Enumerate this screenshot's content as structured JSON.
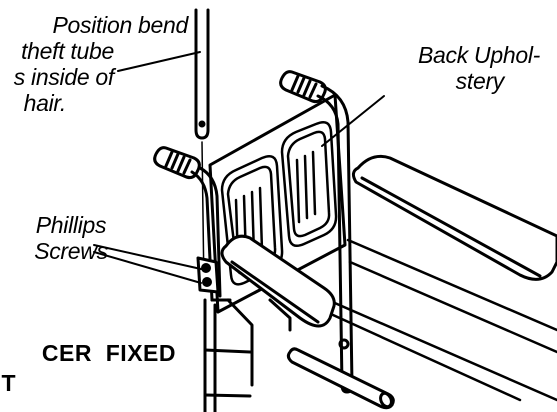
{
  "callouts": {
    "position_bend": [
      "Position bend",
      "theft tube",
      "s inside of",
      "hair."
    ],
    "back_upholstery": [
      "Back Uphol-",
      "stery"
    ],
    "phillips_screws": [
      "Phillips",
      "Screws"
    ]
  },
  "heading": [
    "CER  FIXED",
    "T"
  ],
  "colors": {
    "ink": "#000000",
    "paper": "#ffffff"
  }
}
